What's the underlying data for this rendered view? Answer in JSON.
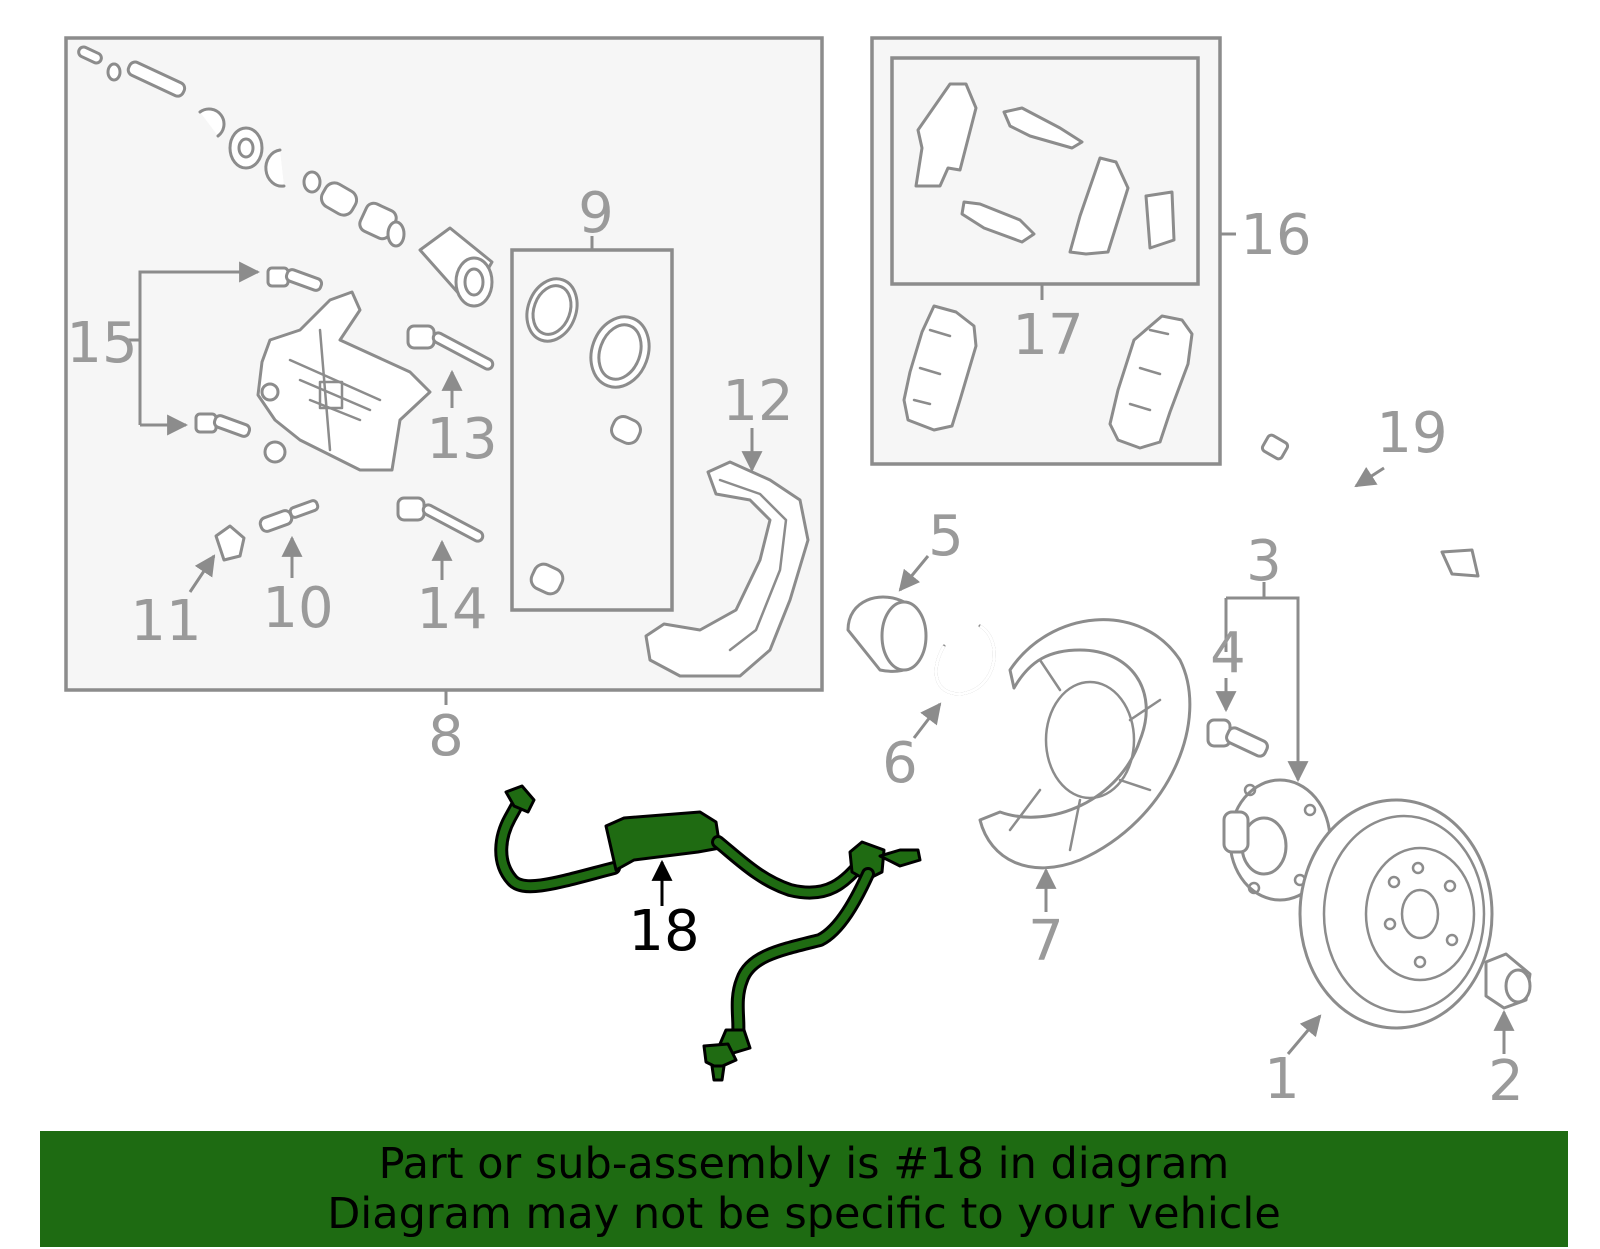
{
  "colors": {
    "highlight": "#1e6b12",
    "line": "#8c8c8c",
    "label": "#9a9a9a",
    "box_fill": "#f6f6f6"
  },
  "callouts": {
    "c1": "1",
    "c2": "2",
    "c3": "3",
    "c4": "4",
    "c5": "5",
    "c6": "6",
    "c7": "7",
    "c8": "8",
    "c9": "9",
    "c10": "10",
    "c11": "11",
    "c12": "12",
    "c13": "13",
    "c14": "14",
    "c15": "15",
    "c16": "16",
    "c17": "17",
    "c18": "18",
    "c19": "19"
  },
  "highlighted_part": "18",
  "banner": {
    "line1": "Part or sub-assembly is #18 in diagram",
    "line2": "Diagram may not be specific to your vehicle"
  }
}
